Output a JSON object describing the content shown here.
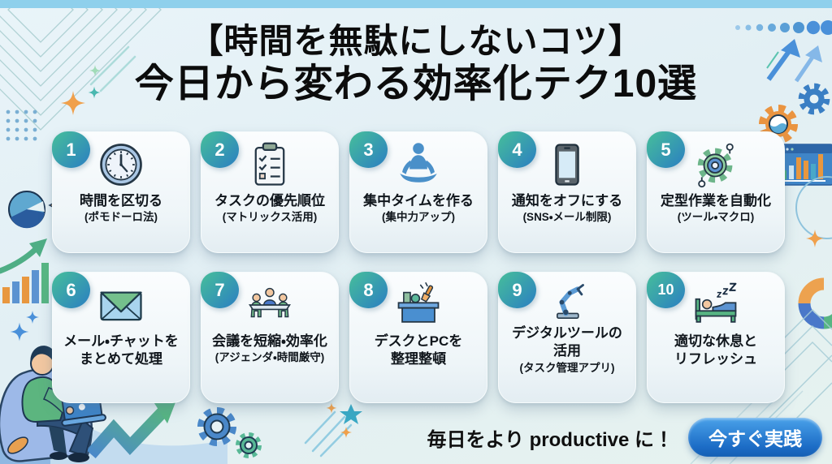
{
  "title": {
    "line1": "【時間を無駄にしないコツ】",
    "line2": "今日から変わる効率化テク10選"
  },
  "cards": [
    {
      "number": "1",
      "title": "時間を区切る",
      "subtitle": "(ポモドーロ法)",
      "icon": "clock-icon"
    },
    {
      "number": "2",
      "title": "タスクの優先順位",
      "subtitle": "(マトリックス活用)",
      "icon": "checklist-icon"
    },
    {
      "number": "3",
      "title": "集中タイムを作る",
      "subtitle": "(集中力アップ)",
      "icon": "meditation-icon"
    },
    {
      "number": "4",
      "title": "通知をオフにする",
      "subtitle": "(SNS・メール制限)",
      "icon": "smartphone-icon"
    },
    {
      "number": "5",
      "title": "定型作業を自動化",
      "subtitle": "(ツール・マクロ)",
      "icon": "gears-icon"
    },
    {
      "number": "6",
      "title": "メール・チャットを",
      "title2": "まとめて処理",
      "icon": "envelope-icon"
    },
    {
      "number": "7",
      "title": "会議を短縮・効率化",
      "subtitle": "(アジェンダ・時間厳守)",
      "icon": "meeting-icon"
    },
    {
      "number": "8",
      "title": "デスクとPCを",
      "title2": "整理整頓",
      "icon": "desk-cleanup-icon"
    },
    {
      "number": "9",
      "title": "デジタルツールの",
      "title2": "活用",
      "subtitle": "(タスク管理アプリ)",
      "icon": "robot-arm-icon"
    },
    {
      "number": "10",
      "title": "適切な休息と",
      "title2": "リフレッシュ",
      "icon": "sleep-bed-icon"
    }
  ],
  "footer": {
    "message": "毎日をより productive に！",
    "cta_label": "今すぐ実践"
  },
  "colors": {
    "top_strip": "#8fd0ec",
    "badge_gradient_start": "#43b79f",
    "badge_gradient_end": "#2e86bd",
    "card_background": "#f4f9fb",
    "title_color": "#0c0c0c",
    "cta_background": "#1c6cc6",
    "cta_text": "#ffffff",
    "accent_orange": "#eda24f",
    "accent_green": "#57b583",
    "accent_blue": "#4a90d9"
  },
  "decoration_icons": [
    "pie-chart-icon",
    "growth-arrow-icon",
    "bar-chart-icon",
    "sparkle-icon",
    "person-laptop-illustration",
    "zigzag-growth-arrow-icon",
    "gear-icon",
    "shooting-star-icon",
    "dots-pattern",
    "browser-chart-icon",
    "donut-chart-icon",
    "circle-outline",
    "diagonal-lines-pattern",
    "nested-lines-pattern",
    "rising-arrows-icon"
  ]
}
